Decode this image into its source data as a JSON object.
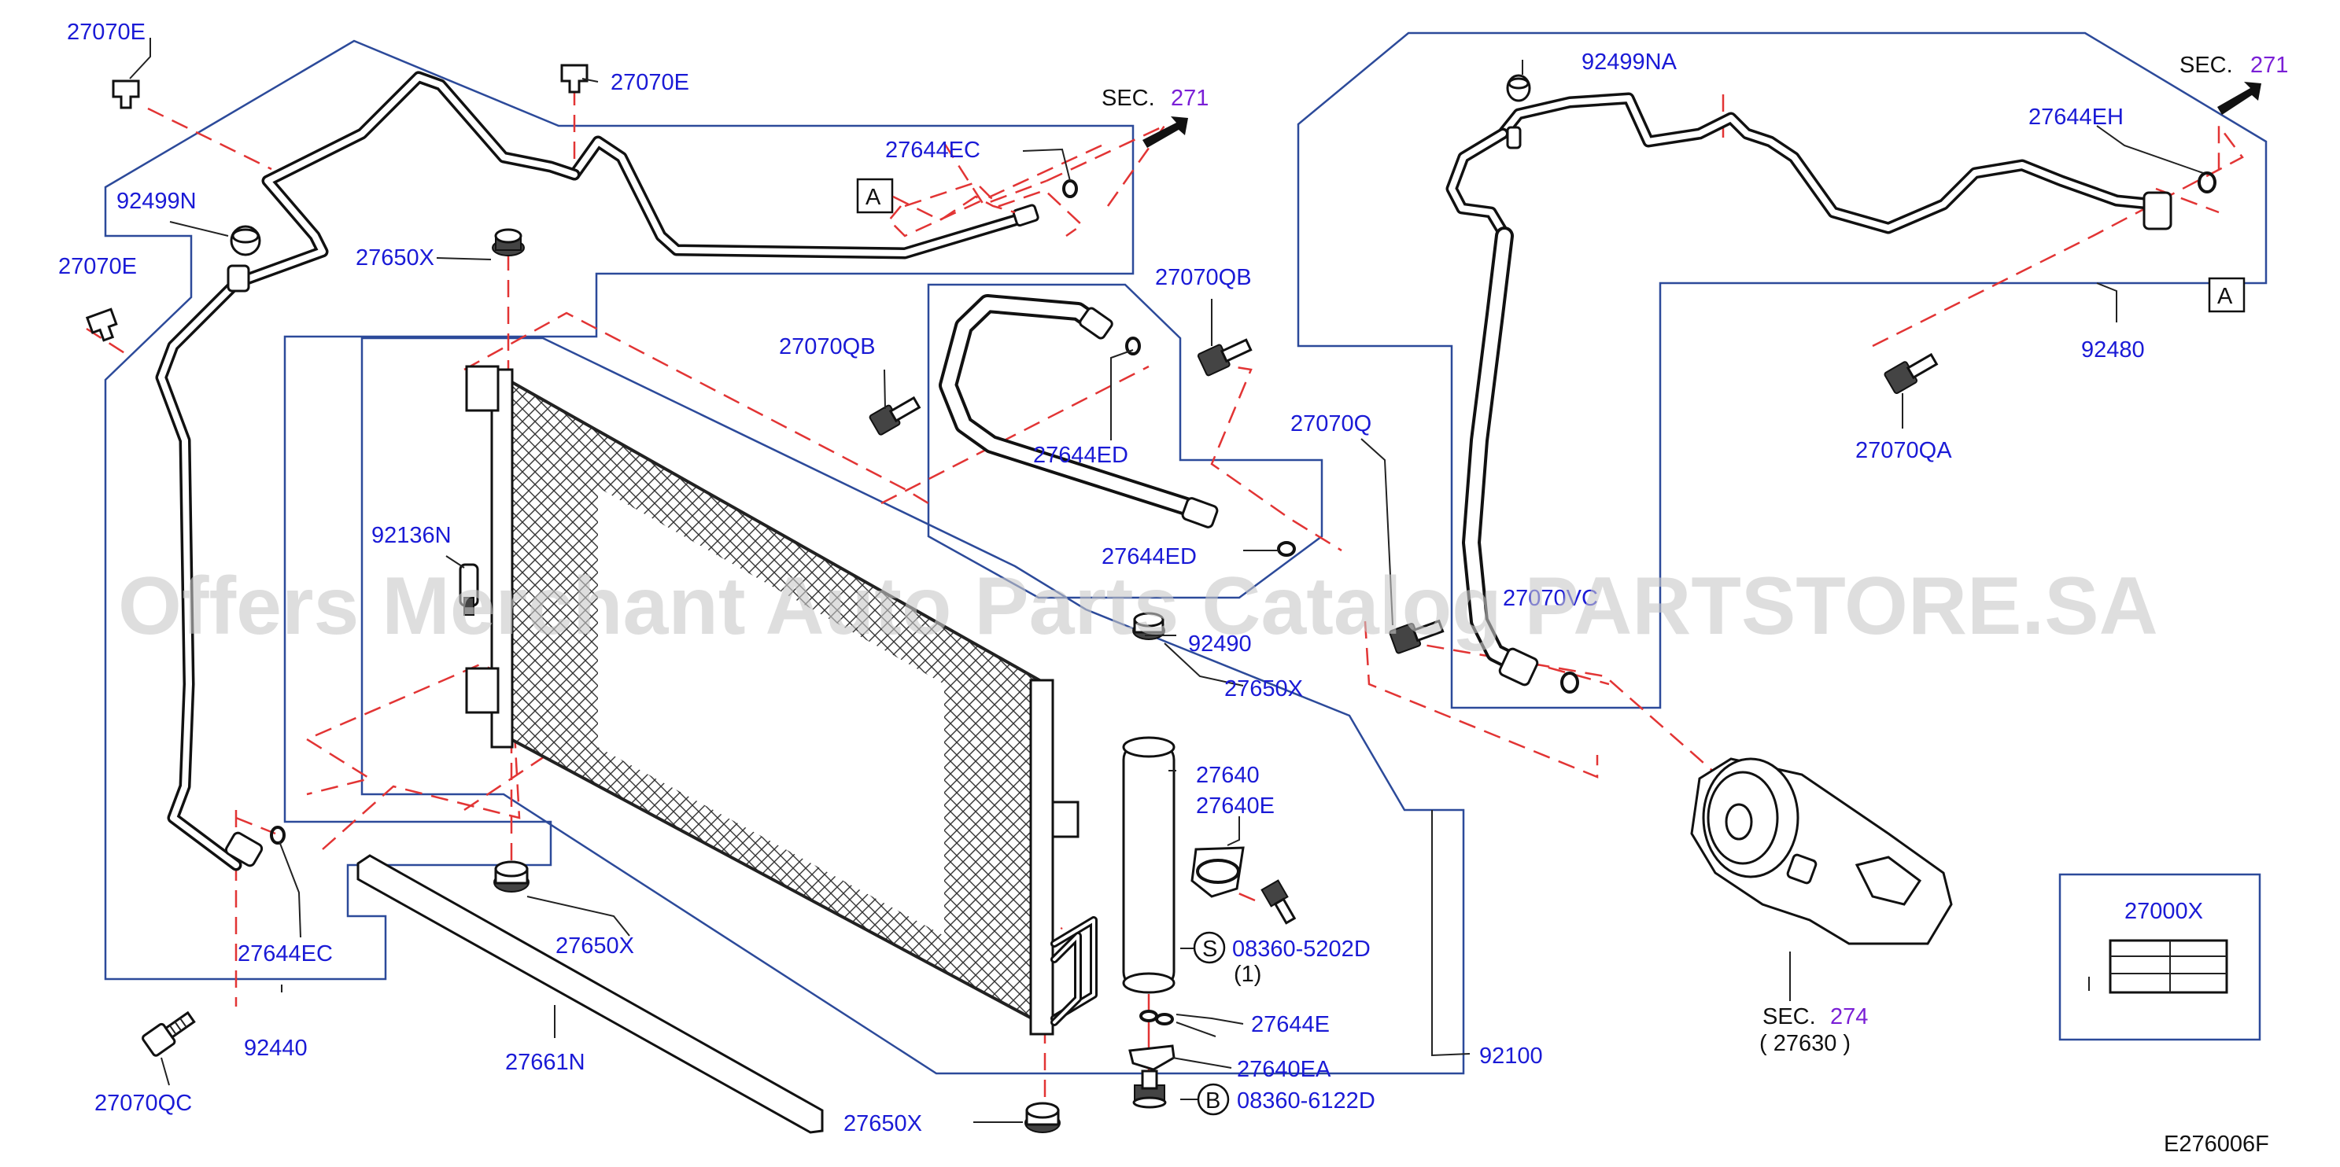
{
  "watermark": "Offers Merchant Auto Parts Catalog PARTSTORE.SA",
  "diagram_code": "E276006F",
  "callout_a": "A",
  "sec_271_left": {
    "prefix": "SEC.",
    "number": "271"
  },
  "sec_271_right": {
    "prefix": "SEC.",
    "number": "271"
  },
  "sec_274": {
    "prefix": "SEC.",
    "number": "274",
    "sub": "(  27630  )"
  },
  "screw_s": {
    "symbol": "S",
    "part": "08360-5202D",
    "qty": "(1)"
  },
  "screw_b": {
    "symbol": "B",
    "part": "08360-6122D"
  },
  "labels": {
    "c27070E_a": "27070E",
    "c27070E_b": "27070E",
    "c27070E_c": "27070E",
    "c92499N": "92499N",
    "c27650X_a": "27650X",
    "c27650X_b": "27650X",
    "c27650X_c": "27650X",
    "c27650X_d": "27650X",
    "c27644EC_a": "27644EC",
    "c27644EC_b": "27644EC",
    "c27070QB_a": "27070QB",
    "c27070QB_b": "27070QB",
    "c27644ED_a": "27644ED",
    "c27644ED_b": "27644ED",
    "c27070Q": "27070Q",
    "c92136N": "92136N",
    "c92490": "92490",
    "c27640": "27640",
    "c27640E": "27640E",
    "c27644E": "27644E",
    "c27640EA": "27640EA",
    "c27661N": "27661N",
    "c92100": "92100",
    "c92440": "92440",
    "c27070QC": "27070QC",
    "c92499NA": "92499NA",
    "c27644EH": "27644EH",
    "c92480": "92480",
    "c27070QA": "27070QA",
    "c27070VC": "27070VC",
    "c27000X": "27000X"
  }
}
